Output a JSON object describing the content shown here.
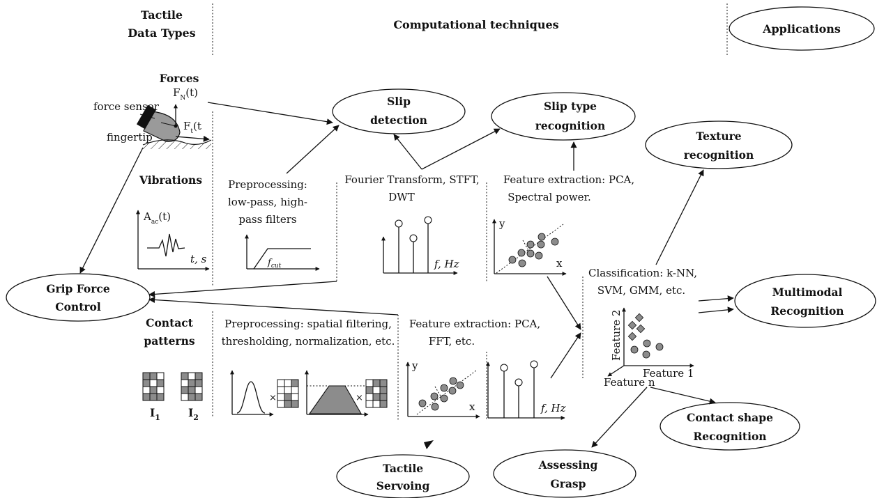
{
  "header": {
    "col1_line1": "Tactile",
    "col1_line2": "Data Types",
    "col2": "Computational techniques",
    "col3": "Applications"
  },
  "data_types": {
    "forces": "Forces",
    "fn_label": "F",
    "fn_sub": "N",
    "fn_arg": "(t)",
    "ft_label": "F",
    "ft_sub": "t",
    "ft_arg": "(t",
    "force_sensor": "force sensor",
    "fingertip": "fingertip",
    "vibrations": "Vibrations",
    "aac_label": "A",
    "aac_sub": "ac",
    "aac_arg": "(t)",
    "vib_axis": "t, s",
    "contact_line1": "Contact",
    "contact_line2": "patterns",
    "i1": "I",
    "i1_sub": "1",
    "i2": "I",
    "i2_sub": "2"
  },
  "techniques": {
    "pre_vib_1": "Preprocessing:",
    "pre_vib_2": "low-pass, high-",
    "pre_vib_3": "pass filters",
    "fcut": "f",
    "fcut_sub": "cut",
    "fourier_1": "Fourier Transform, STFT,",
    "fourier_2": "DWT",
    "hz_axis": "f, Hz",
    "fe_vib_1": "Feature extraction: PCA,",
    "fe_vib_2": "Spectral power.",
    "axis_y": "y",
    "axis_x": "x",
    "pre_contact_1": "Preprocessing: spatial filtering,",
    "pre_contact_2": "thresholding, normalization, etc.",
    "times": "×",
    "fe_contact_1": "Feature extraction: PCA,",
    "fe_contact_2": "FFT, etc.",
    "class_1": "Classification: k-NN,",
    "class_2": "SVM, GMM, etc.",
    "feature1": "Feature 1",
    "feature2": "Feature 2",
    "featuren": "Feature n"
  },
  "applications": {
    "slip_detection_1": "Slip",
    "slip_detection_2": "detection",
    "slip_type_1": "Slip type",
    "slip_type_2": "recognition",
    "texture_1": "Texture",
    "texture_2": "recognition",
    "grip_1": "Grip Force",
    "grip_2": "Control",
    "multimodal_1": "Multimodal",
    "multimodal_2": "Recognition",
    "contact_shape_1": "Contact shape",
    "contact_shape_2": "Recognition",
    "tactile_servo_1": "Tactile",
    "tactile_servo_2": "Servoing",
    "grasp_1": "Assessing",
    "grasp_2": "Grasp"
  },
  "colors": {
    "ink": "#111111",
    "marker_fill": "#8c8c8c",
    "cell_fill": "#8c8c8c",
    "background": "#ffffff"
  }
}
